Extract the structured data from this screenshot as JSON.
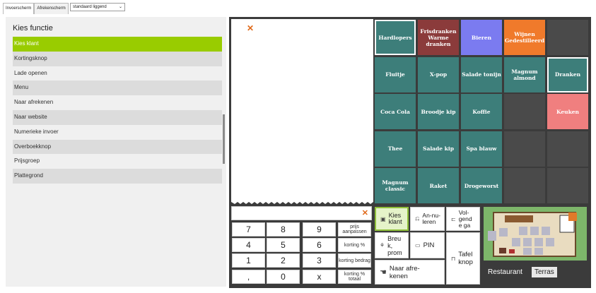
{
  "tabs": [
    {
      "label": "Invoerscherm",
      "active": true
    },
    {
      "label": "Afrekenscherm",
      "active": false
    }
  ],
  "layout_select": {
    "value": "standaard liggend"
  },
  "functions": {
    "title": "Kies functie",
    "items": [
      {
        "label": "Kies klant",
        "active": true
      },
      {
        "label": "Kortingsknop"
      },
      {
        "label": "Lade openen"
      },
      {
        "label": "Menu"
      },
      {
        "label": "Naar afrekenen"
      },
      {
        "label": "Naar website"
      },
      {
        "label": "Numerieke invoer"
      },
      {
        "label": "Overboekknop"
      },
      {
        "label": "Prijsgroep"
      },
      {
        "label": "Plattegrond"
      }
    ]
  },
  "receipt": {
    "clear_glyph": "✕"
  },
  "products": [
    {
      "label": "Hardlopers",
      "color": "#3d7e7a",
      "selected": true
    },
    {
      "label": "Frisdranken Warme dranken",
      "color": "#8b3b3b"
    },
    {
      "label": "Bieren",
      "color": "#7b7bf0"
    },
    {
      "label": "Wijnen Gedestilleerd",
      "color": "#f07a2b"
    },
    {
      "label": "",
      "color": "#4a4a4a"
    },
    {
      "label": "Fluitje",
      "color": "#3d7e7a"
    },
    {
      "label": "X-pop",
      "color": "#3d7e7a"
    },
    {
      "label": "Salade tonijn",
      "color": "#3d7e7a"
    },
    {
      "label": "Magnum almond",
      "color": "#3d7e7a"
    },
    {
      "label": "Dranken",
      "color": "#3d7e7a",
      "selected": true
    },
    {
      "label": "Coca Cola",
      "color": "#3d7e7a"
    },
    {
      "label": "Broodje kip",
      "color": "#3d7e7a"
    },
    {
      "label": "Koffie",
      "color": "#3d7e7a"
    },
    {
      "label": "",
      "color": "#4a4a4a"
    },
    {
      "label": "Keuken",
      "color": "#f07f7f"
    },
    {
      "label": "Thee",
      "color": "#3d7e7a"
    },
    {
      "label": "Salade kip",
      "color": "#3d7e7a"
    },
    {
      "label": "Spa blauw",
      "color": "#3d7e7a"
    },
    {
      "label": "",
      "color": "#4a4a4a"
    },
    {
      "label": "",
      "color": "#4a4a4a"
    },
    {
      "label": "Magnum classic",
      "color": "#3d7e7a"
    },
    {
      "label": "Raket",
      "color": "#3d7e7a"
    },
    {
      "label": "Drogeworst",
      "color": "#3d7e7a"
    },
    {
      "label": "",
      "color": "#4a4a4a"
    },
    {
      "label": "",
      "color": "#4a4a4a"
    }
  ],
  "numpad": {
    "keys": [
      "7",
      "8",
      "9",
      "4",
      "5",
      "6",
      "1",
      "2",
      "3",
      ",",
      "0",
      "x"
    ],
    "side": [
      "prijs aanpassen",
      "korting %",
      "korting bedrag",
      "korting % totaal"
    ],
    "clear_glyph": "✕"
  },
  "actions": {
    "kies_klant": "Kies klant",
    "annuleren": "An-nu-leren",
    "volgende_gang": "Vol-gend e ga",
    "breuk_prom": "Breu k, prom",
    "pin": "PIN",
    "tafel_knop": "Tafel knop",
    "naar_afrekenen": "Naar afre-kenen"
  },
  "floor": {
    "tabs": [
      "Restaurant",
      "Terras"
    ]
  }
}
